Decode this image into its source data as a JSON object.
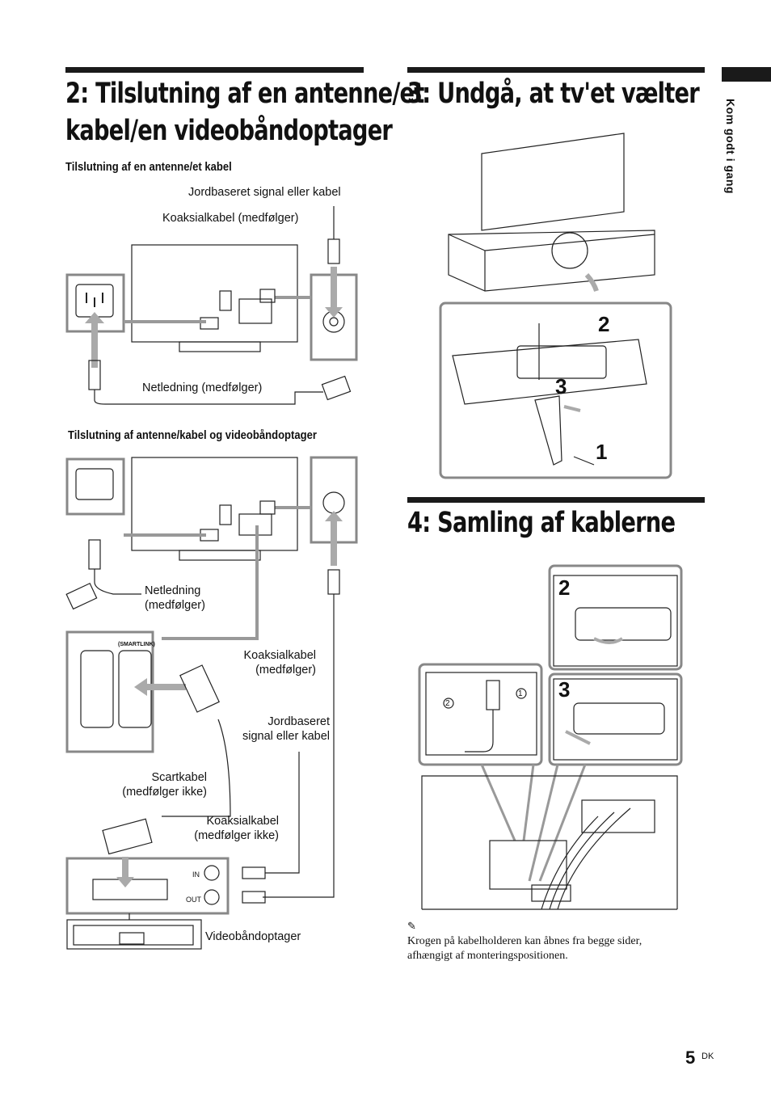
{
  "sections": {
    "s2": {
      "title_line1": "2: Tilslutning af en antenne/et",
      "title_line2": "kabel/en videobåndoptager",
      "sub1": "Tilslutning af en antenne/et kabel",
      "sub2": "Tilslutning af antenne/kabel og videobåndoptager"
    },
    "s3": {
      "title": "3: Undgå, at tv'et vælter"
    },
    "s4": {
      "title": "4: Samling af kablerne"
    }
  },
  "diagram1": {
    "signal": "Jordbaseret signal eller kabel",
    "coax": "Koaksialkabel (medfølger)",
    "mains": "Netledning (medfølger)"
  },
  "diagram2": {
    "mains_l1": "Netledning",
    "mains_l2": "(medfølger)",
    "smartlink": "(SMARTLINK)",
    "coax_l1": "Koaksialkabel",
    "coax_l2": "(medfølger)",
    "signal_l1": "Jordbaseret",
    "signal_l2": "signal eller kabel",
    "scart_l1": "Scartkabel",
    "scart_l2": "(medfølger ikke)",
    "coax2_l1": "Koaksialkabel",
    "coax2_l2": "(medfølger ikke)",
    "in": "IN",
    "out": "OUT",
    "vcr": "Videobåndoptager"
  },
  "steps": {
    "a2": "2",
    "a3": "3",
    "a1": "1",
    "b2": "2",
    "b3": "3",
    "c1": "1",
    "c2": "2"
  },
  "side_tab": "Kom godt i gang",
  "note": "Krogen på kabelholderen kan åbnes fra begge sider, afhængigt af monteringspositionen.",
  "page": {
    "number": "5",
    "suffix": "DK"
  }
}
